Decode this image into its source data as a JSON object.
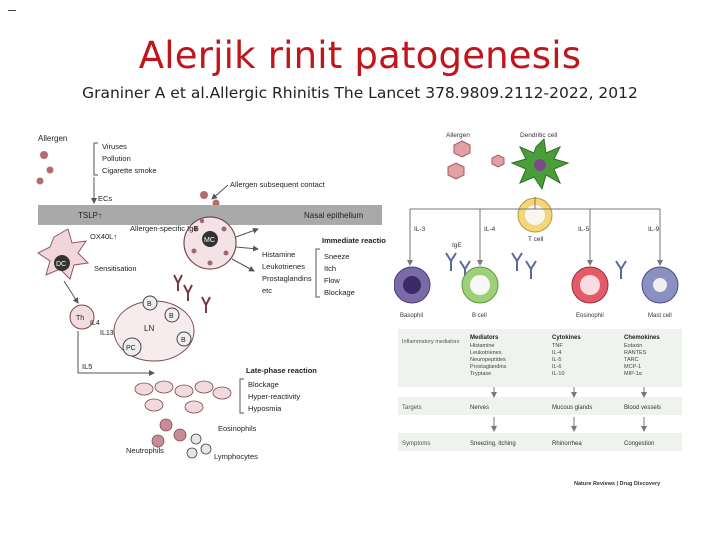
{
  "slide": {
    "title": "Alerjik rinit patogenesis",
    "citation": "Graniner A et al.Allergic Rhinitis The Lancet 378.9809.2112-2022, 2012"
  },
  "left_figure": {
    "allergen": "Allergen",
    "viruses": "Viruses",
    "pollution": "Pollution",
    "smoke": "Cigarette smoke",
    "subsequent": "Allergen subsequent contact",
    "ecs": "ECs",
    "tslp": "TSLP↑",
    "nasal_epithelium": "Nasal epithelium",
    "ox40l": "OX40L↑",
    "ige_label": "Allergen-specific IgE",
    "dc": "DC",
    "sensitisation": "Sensitisation",
    "immediate": "Immediate reaction",
    "mediators": [
      "Histamine",
      "Leukotrienes",
      "Prostaglandins",
      "etc"
    ],
    "symptoms": [
      "Sneeze",
      "Itch",
      "Flow",
      "Blockage"
    ],
    "mc": "MC",
    "th": "Th",
    "il4": "IL4",
    "il13": "IL13",
    "ln": "LN",
    "pc": "PC",
    "b": "B",
    "il5": "IL5",
    "late": "Late-phase reaction",
    "late_items": [
      "Blockage",
      "Hyper-reactivity",
      "Hyposmia"
    ],
    "eosinophils": "Eosinophils",
    "neutrophils": "Neutrophils",
    "lymphocytes": "Lymphocytes"
  },
  "right_figure": {
    "allergen": "Allergen",
    "dendritic": "Dendritic cell",
    "il3": "IL-3",
    "il4": "IL-4",
    "tcell": "T cell",
    "il5": "IL-5",
    "il9": "IL-9",
    "ige": "IgE",
    "cells": [
      "Basophil",
      "B cell",
      "Eosinophil",
      "Mast cell"
    ],
    "inflammatory": "Inflammatory mediators",
    "col_mediators": "Mediators",
    "col_cytokines": "Cytokines",
    "col_chemokines": "Chemokines",
    "mediators_list": [
      "Histamine",
      "Leukotrienes",
      "Neuropeptides",
      "Prostaglandins",
      "Tryptase"
    ],
    "cytokines_list": [
      "TNF",
      "IL-4",
      "IL-5",
      "IL-6",
      "IL-10"
    ],
    "chemokines_list": [
      "Eotaxin",
      "RANTES",
      "TARC",
      "MCP-1",
      "MIP-1α"
    ],
    "targets_label": "Targets",
    "targets": [
      "Nerves",
      "Mucous glands",
      "Blood vessels"
    ],
    "symptoms_label": "Symptoms",
    "symptoms": [
      "Sneezing, itching",
      "Rhinorrhea",
      "Congestion"
    ],
    "source": "Nature Reviews | Drug Discovery"
  }
}
